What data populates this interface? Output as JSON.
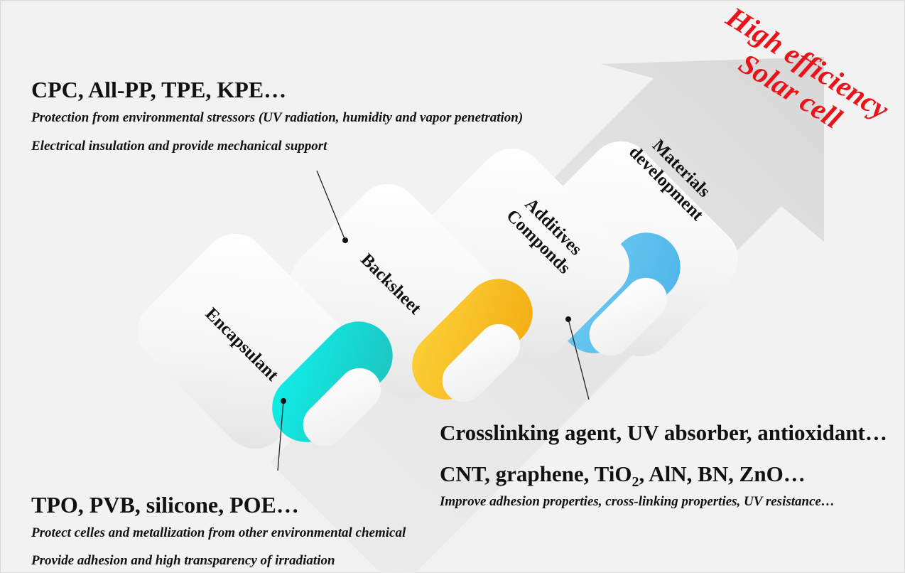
{
  "goal": {
    "line1": "High efficiency",
    "line2": "Solar cell",
    "color": "#e8141a"
  },
  "panels": [
    {
      "label": "Encapsulant",
      "accent": "#19e6e0"
    },
    {
      "label": "Backsheet",
      "accent": "#fbbf24"
    },
    {
      "label_line1": "Additives",
      "label_line2": "Componds"
    },
    {
      "label_line1": "Materials",
      "label_line2": "development",
      "accent": "#5ec1ef"
    }
  ],
  "backsheet_info": {
    "title": "CPC, All-PP, TPE, KPE…",
    "line1": "Protection from environmental stressors (UV radiation, humidity and vapor penetration)",
    "line2": "Electrical insulation and provide mechanical support"
  },
  "additives_info": {
    "title1": "Crosslinking agent, UV absorber, antioxidant…",
    "title2_pre": "CNT, graphene, TiO",
    "title2_sub": "2",
    "title2_post": ", AlN, BN, ZnO…",
    "line1": "Improve adhesion properties, cross-linking properties, UV resistance…"
  },
  "encapsulant_info": {
    "title": "TPO, PVB, silicone, POE…",
    "line1": "Protect celles and metallization from other environmental chemical",
    "line2": "Provide adhesion and high transparency of irradiation"
  }
}
